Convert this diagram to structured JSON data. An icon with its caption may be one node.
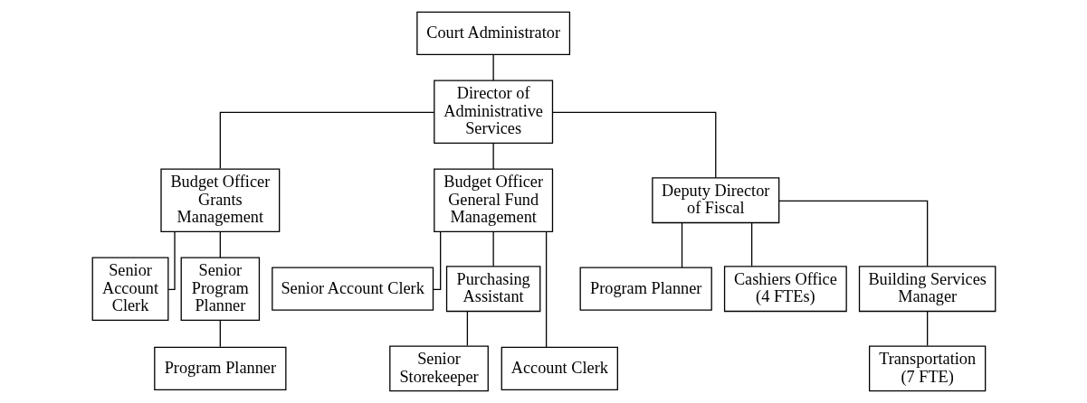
{
  "diagram": {
    "nodes": [
      {
        "text": [
          "Court Administrator"
        ]
      },
      {
        "text": [
          "Director of Administrative Services"
        ]
      },
      {
        "text": [
          "Budget Officer Grants Management"
        ]
      },
      {
        "text": [
          "Budget Officer General Fund Management"
        ]
      },
      {
        "text": [
          "Deputy Director of Fiscal"
        ]
      },
      {
        "text": [
          "Senior Account Clerk"
        ]
      },
      {
        "text": [
          "Senior Program Planner"
        ]
      },
      {
        "text": [
          "Program Planner"
        ]
      },
      {
        "text": [
          "Senior Account Clerk"
        ]
      },
      {
        "text": [
          "Purchasing Assistant"
        ]
      },
      {
        "text": [
          "Senior Storekeeper"
        ]
      },
      {
        "text": [
          "Account Clerk"
        ]
      },
      {
        "text": [
          "Program Planner"
        ]
      },
      {
        "text": [
          "Cashiers Office (4 FTEs)"
        ]
      },
      {
        "text": [
          "Building Services Manager"
        ]
      },
      {
        "text": [
          "Transportation (7 FTE)"
        ]
      }
    ],
    "edges": [
      {
        "from": 0,
        "to": 1,
        "arrow": "none"
      },
      {
        "from": 1,
        "to": 2,
        "arrow": "none"
      },
      {
        "from": 1,
        "to": 3,
        "arrow": "none"
      },
      {
        "from": 1,
        "to": 4,
        "arrow": "none"
      },
      {
        "from": 2,
        "to": 5,
        "arrow": "none"
      },
      {
        "from": 2,
        "to": 6,
        "arrow": "none"
      },
      {
        "from": 6,
        "to": 7,
        "arrow": "none"
      },
      {
        "from": 3,
        "to": 8,
        "arrow": "none"
      },
      {
        "from": 3,
        "to": 9,
        "arrow": "none"
      },
      {
        "from": 9,
        "to": 10,
        "arrow": "none"
      },
      {
        "from": 3,
        "to": 11,
        "arrow": "none"
      },
      {
        "from": 4,
        "to": 12,
        "arrow": "none"
      },
      {
        "from": 4,
        "to": 13,
        "arrow": "none"
      },
      {
        "from": 4,
        "to": 14,
        "arrow": "none"
      },
      {
        "from": 14,
        "to": 15,
        "arrow": "none"
      }
    ]
  }
}
